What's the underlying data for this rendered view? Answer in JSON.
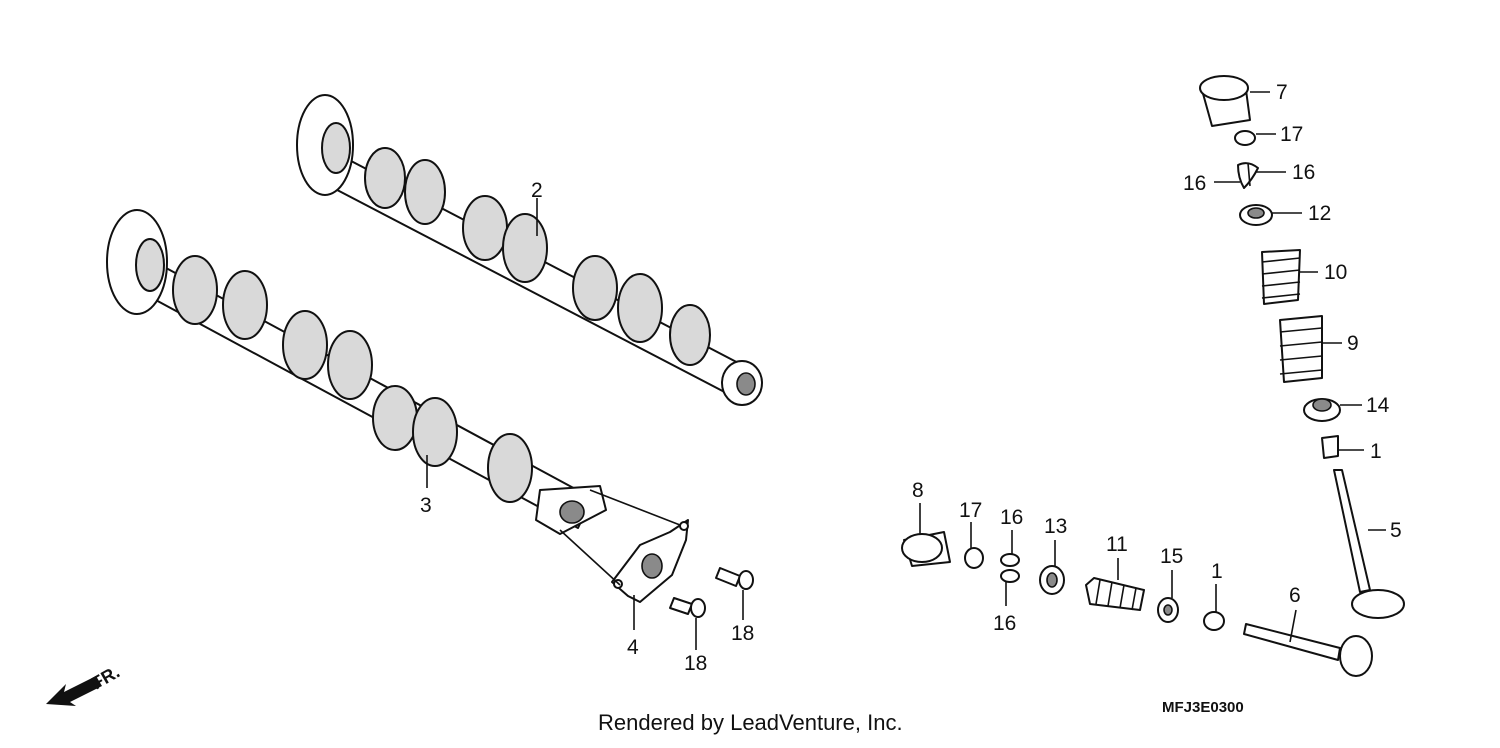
{
  "callouts": {
    "c1a": "1",
    "c1b": "1",
    "c2": "2",
    "c3": "3",
    "c4": "4",
    "c5": "5",
    "c6": "6",
    "c7": "7",
    "c8": "8",
    "c9": "9",
    "c10": "10",
    "c11": "11",
    "c12": "12",
    "c13": "13",
    "c14": "14",
    "c15": "15",
    "c16a": "16",
    "c16b": "16",
    "c16c": "16",
    "c16d": "16",
    "c17a": "17",
    "c17b": "17",
    "c18a": "18",
    "c18b": "18"
  },
  "diagram_code": "MFJ3E0300",
  "credit": "Rendered by LeadVenture, Inc.",
  "front_indicator": "FR."
}
